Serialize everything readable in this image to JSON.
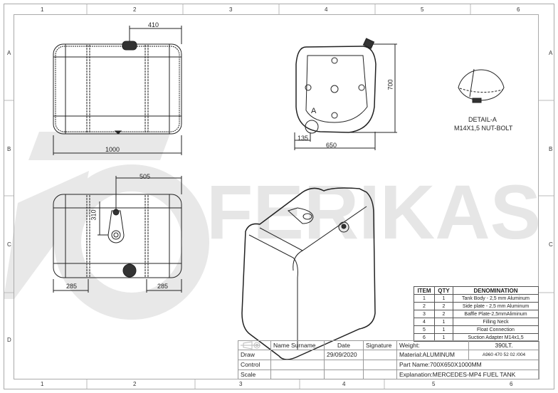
{
  "frame": {
    "columns_top": [
      "1",
      "2",
      "3",
      "4",
      "5",
      "6"
    ],
    "columns_bottom": [
      "1",
      "2",
      "3",
      "4",
      "5",
      "6"
    ],
    "rows": [
      "A",
      "B",
      "C",
      "D"
    ]
  },
  "watermark": {
    "text": "FERIKAS",
    "color": "#e6e6e6"
  },
  "views": {
    "front": {
      "dim_width": "1000",
      "dim_neck": "410"
    },
    "bottom": {
      "dim_outlet": "505",
      "dim_height": "310",
      "dim_left": "285",
      "dim_right": "285"
    },
    "side": {
      "dim_height": "700",
      "dim_width": "650",
      "dim_offset": "135",
      "detail_marker": "A"
    },
    "detail": {
      "title": "DETAIL-A",
      "subtitle": "M14X1,5 NUT-BOLT"
    }
  },
  "bom": {
    "headers": [
      "ITEM",
      "QTY",
      "DENOMINATION"
    ],
    "rows": [
      {
        "item": "1",
        "qty": "1",
        "name": "Tank Body - 2,5 mm Aluminum"
      },
      {
        "item": "2",
        "qty": "2",
        "name": "Side plate - 2,5 mm Aluminum"
      },
      {
        "item": "3",
        "qty": "2",
        "name": "Baffle Plate-2,5mmAliminum"
      },
      {
        "item": "4",
        "qty": "1",
        "name": "Filling Neck"
      },
      {
        "item": "5",
        "qty": "1",
        "name": "Float Connection"
      },
      {
        "item": "6",
        "qty": "1",
        "name": "Suction Adapter M14x1,5"
      }
    ]
  },
  "title_block": {
    "headers": {
      "name": "Name Surname",
      "date": "Date",
      "signature": "Signature"
    },
    "rows": [
      {
        "label": "Draw",
        "name": "",
        "date": "29/09/2020",
        "signature": ""
      },
      {
        "label": "Control",
        "name": "",
        "date": "",
        "signature": ""
      },
      {
        "label": "Scale",
        "name": "",
        "date": "",
        "signature": ""
      }
    ],
    "weight_label": "Weight:",
    "capacity": "390LT.",
    "material": "Material:ALUMINUM",
    "part_code": "A960 470 52 02 /004",
    "part_name": "Part Name:700X650X1000MM",
    "explanation": "Explanation:MERCEDES-MP4 FUEL TANK"
  }
}
